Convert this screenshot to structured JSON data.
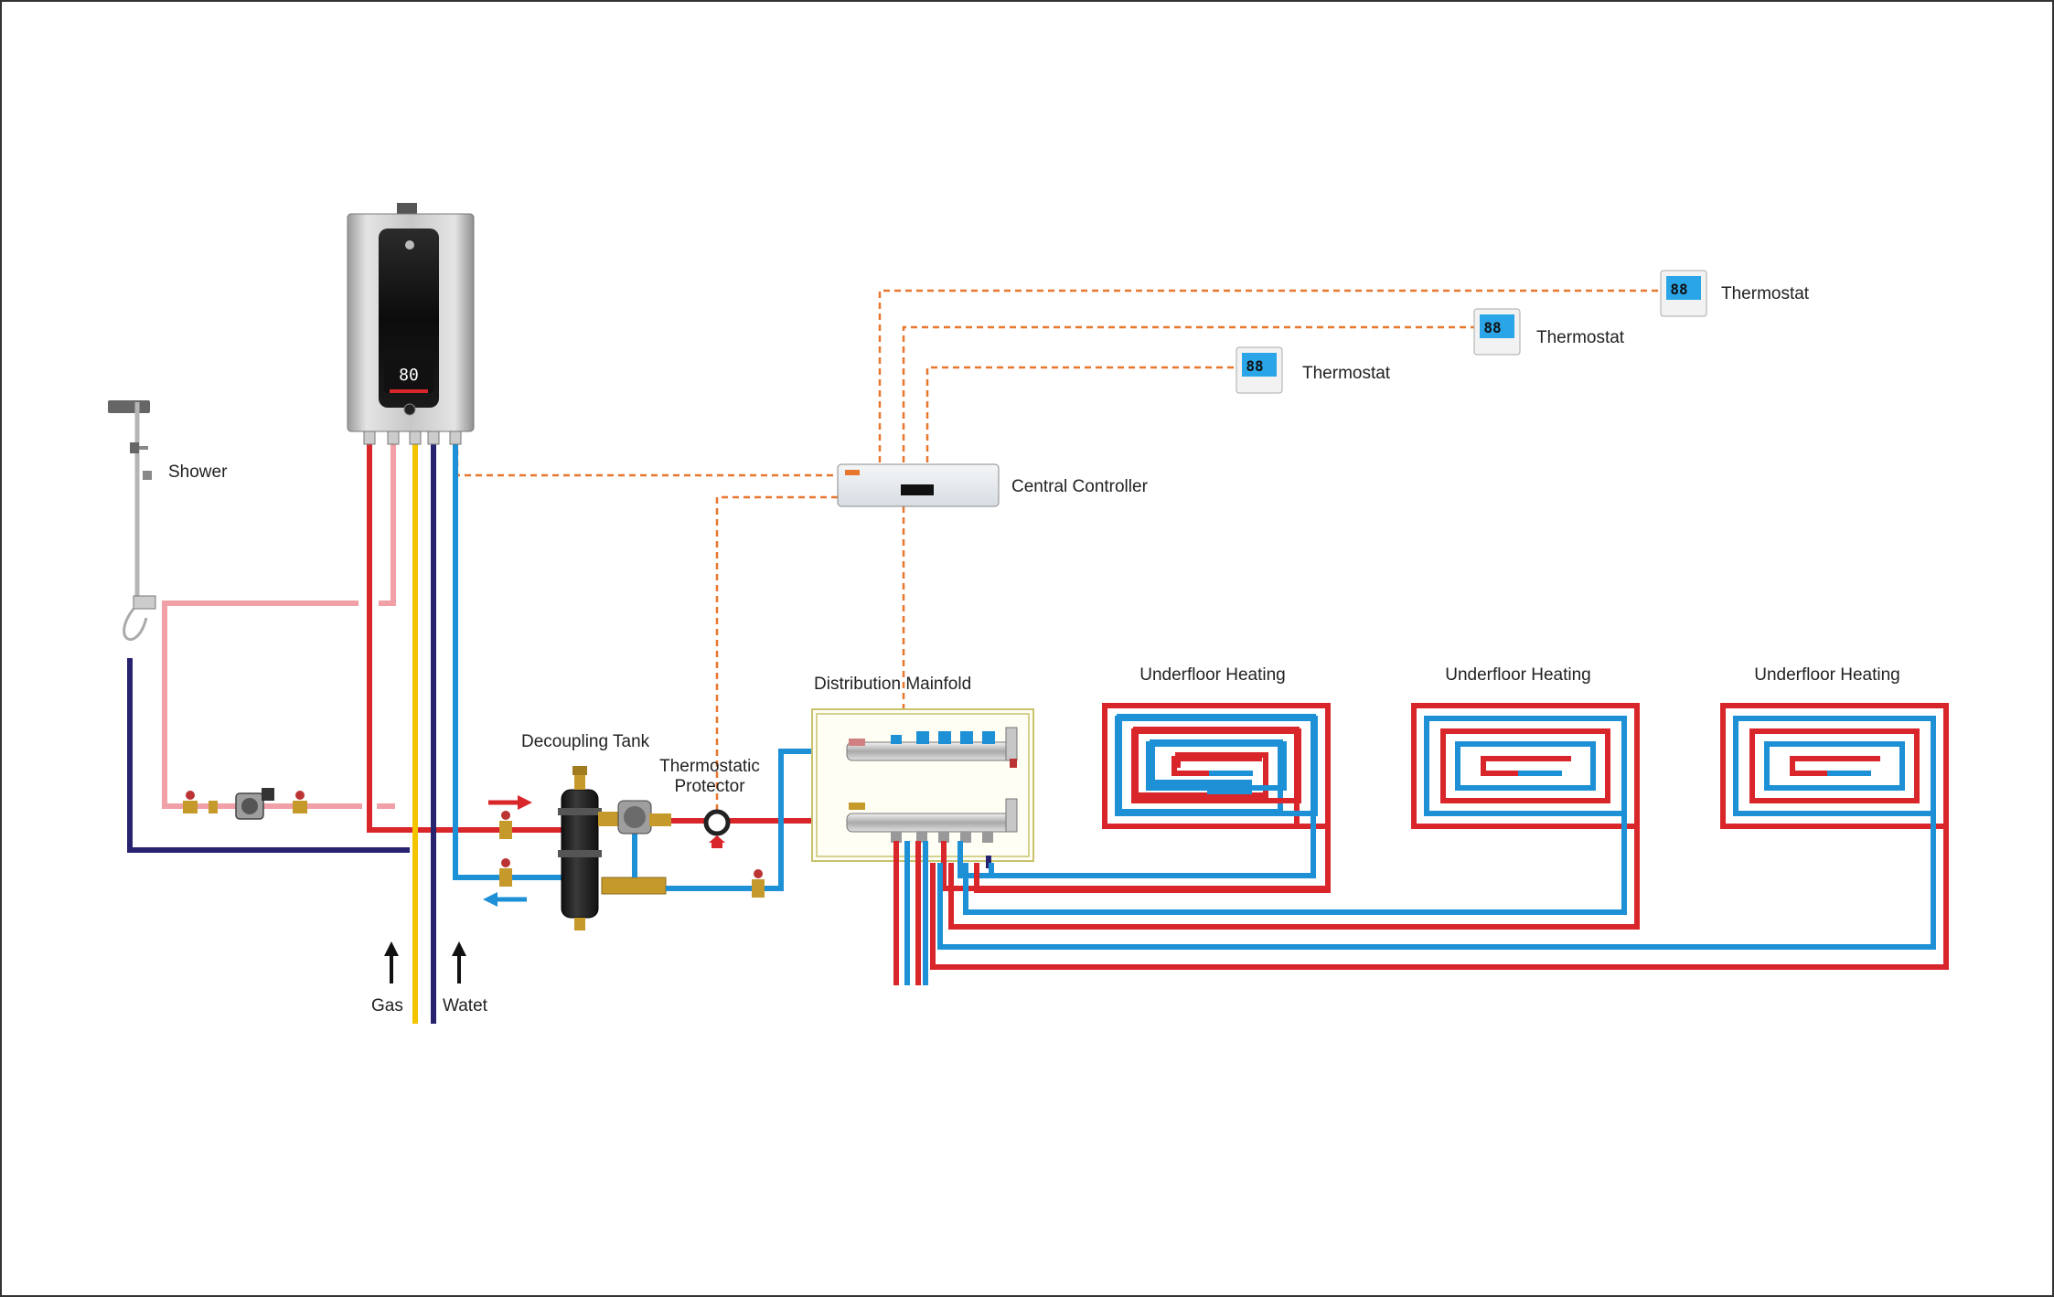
{
  "labels": {
    "shower": "Shower",
    "central_controller": "Central Controller",
    "thermostat_1": "Thermostat",
    "thermostat_2": "Thermostat",
    "thermostat_3": "Thermostat",
    "decoupling_tank": "Decoupling Tank",
    "thermostatic_protector_line1": "Thermostatic",
    "thermostatic_protector_line2": "Protector",
    "distribution_manifold": "Distribution Mainfold",
    "underfloor_1": "Underfloor Heating",
    "underfloor_2": "Underfloor Heating",
    "underfloor_3": "Underfloor Heating",
    "gas": "Gas",
    "water": "Watet"
  },
  "displays": {
    "boiler_display": "80",
    "thermostat_display": "88"
  },
  "colors": {
    "hot_pipe": "#d9262b",
    "cold_pipe": "#1e90d6",
    "gas_pipe": "#f5c400",
    "cold_supply": "#27236e",
    "dhw_pipe": "#f0a0a6",
    "signal_wire": "#e8772e",
    "thermostat_screen": "#2aa6e8"
  },
  "icons": [
    "shower-icon",
    "boiler-icon",
    "controller-icon",
    "thermostat-icon",
    "pump-icon",
    "valve-icon",
    "arrow-up-icon",
    "arrow-right-icon",
    "arrow-left-icon"
  ]
}
